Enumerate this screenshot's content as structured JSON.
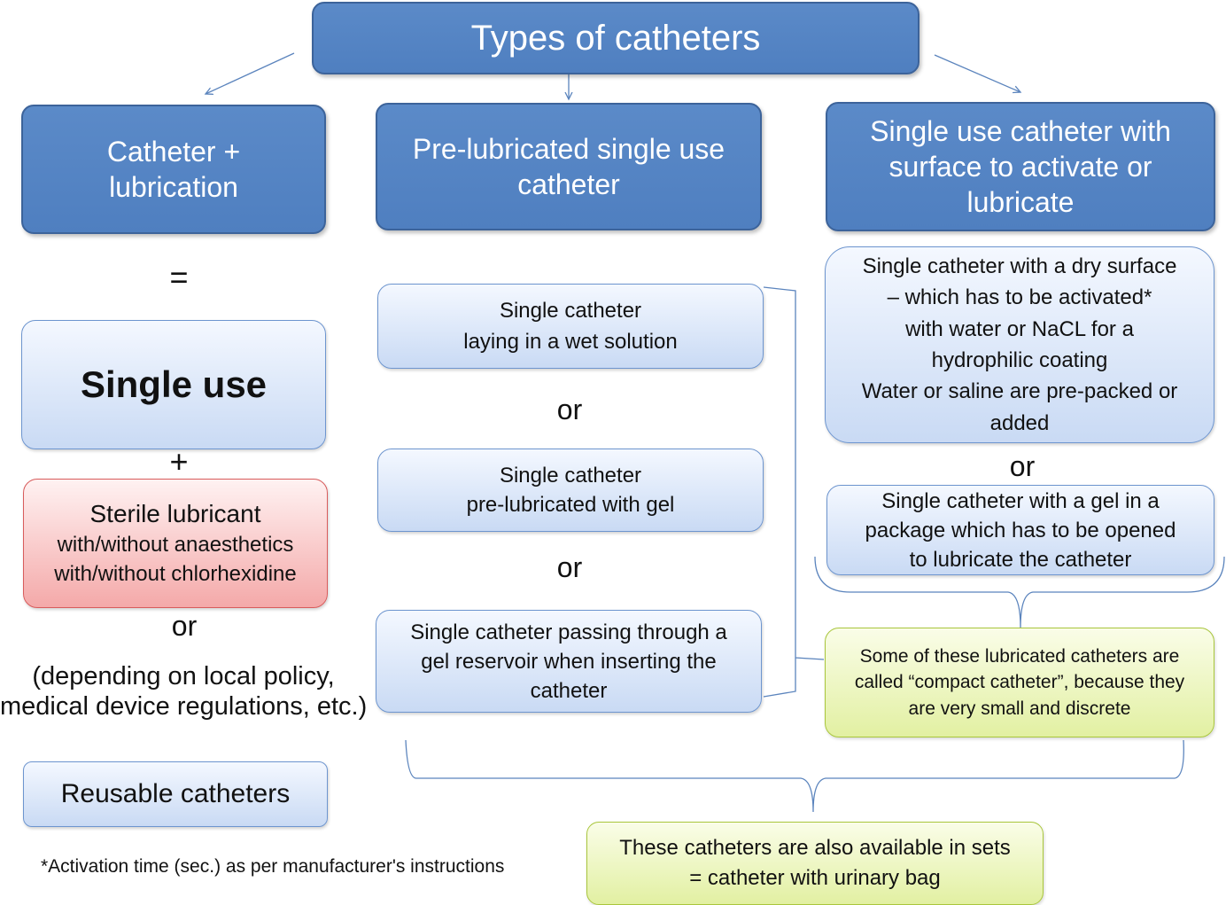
{
  "title": "Types of catheters",
  "columns": {
    "left": {
      "header": [
        "Catheter +",
        "lubrication"
      ],
      "equals": "=",
      "single_use": "Single use",
      "plus": "+",
      "sterile_lubricant": [
        "Sterile lubricant",
        "with/without anaesthetics",
        "with/without chlorhexidine"
      ],
      "or": "or",
      "policy_note": [
        "(depending on local policy,",
        "medical device regulations, etc.)"
      ],
      "reusable": "Reusable catheters"
    },
    "middle": {
      "header": [
        "Pre-lubricated single use",
        "catheter"
      ],
      "option1": [
        "Single catheter",
        "laying in a wet solution"
      ],
      "or1": "or",
      "option2": [
        "Single catheter",
        "pre-lubricated with gel"
      ],
      "or2": "or",
      "option3": [
        "Single catheter passing through a",
        "gel reservoir when inserting the",
        "catheter"
      ]
    },
    "right": {
      "header": [
        "Single use catheter with",
        "surface to activate or",
        "lubricate"
      ],
      "option1": [
        "Single catheter with a dry surface",
        "– which has to be activated*",
        "with water or NaCL for a",
        "hydrophilic coating",
        "Water or saline are pre-packed or",
        "added"
      ],
      "or": "or",
      "option2": [
        "Single catheter with a gel in a",
        "package which has to be opened",
        "to lubricate the catheter"
      ],
      "compact_note": [
        "Some of these lubricated catheters are",
        "called “compact catheter”, because they",
        "are very small and discrete"
      ]
    }
  },
  "sets_note": [
    "These catheters are also available in sets",
    "= catheter with urinary bag"
  ],
  "footnote": "*Activation time (sec.) as per manufacturer's instructions",
  "colors": {
    "header_fill": "#5b8ac8",
    "header_border": "#3c639a",
    "box_border": "#6d95cf",
    "pink_border": "#d85c5c",
    "green_border": "#a9c63c",
    "connector": "#5b84bd"
  }
}
